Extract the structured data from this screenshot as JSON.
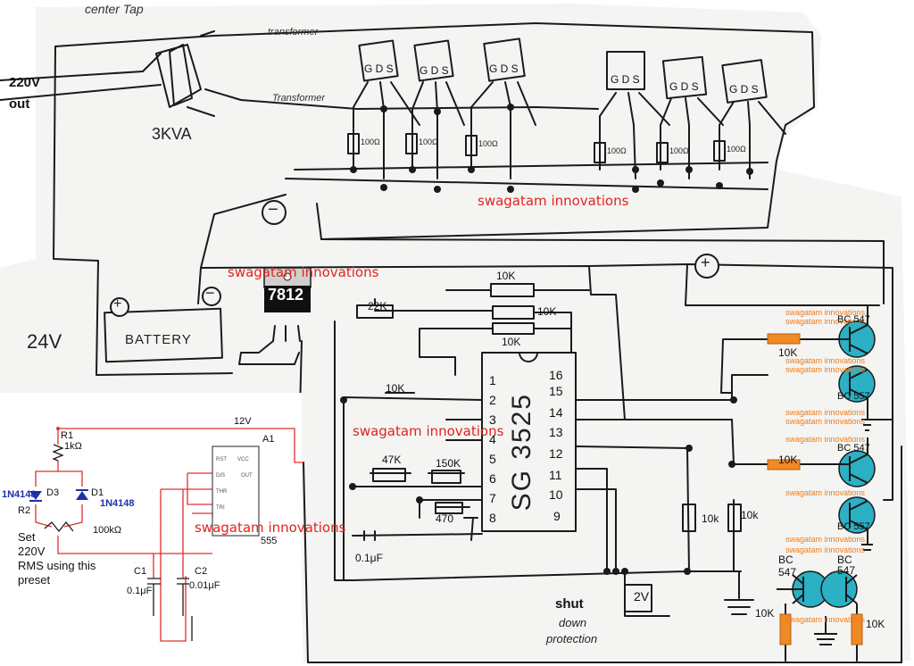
{
  "labels": {
    "center_tap": "center Tap",
    "transformer_1": "transformer",
    "transformer_2": "Transformer",
    "out_220v_a": "220V",
    "out_220v_b": "out",
    "kva": "3KVA",
    "minus_sign": "−",
    "plus_sign": "+",
    "battery": "BATTERY",
    "voltage_24v": "24V",
    "regulator": "7812",
    "mosfet_pins": "G D S",
    "res_100": "100Ω",
    "res_22k": "22K",
    "res_10k": "10K",
    "res_10k_lc": "10k",
    "res_47k": "47K",
    "res_150k": "150K",
    "res_470": "470",
    "cap_01": "0.1μF",
    "ic_label": "SG 3525",
    "shutdown_a": "shut",
    "shutdown_b": "down",
    "shutdown_c": "protection",
    "v2": "2V",
    "bc547": "BC 547",
    "bc557": "BC 557",
    "bc_bc": "BC",
    "bc_547": "547"
  },
  "ic_pins": {
    "left": [
      "1",
      "2",
      "3",
      "4",
      "5",
      "6",
      "7",
      "8"
    ],
    "right": [
      "16",
      "15",
      "14",
      "13",
      "12",
      "11",
      "10",
      "9"
    ]
  },
  "watermark": "swagatam innovations",
  "watermark_stack": "swagatam innovations",
  "inset": {
    "v12": "12V",
    "a1": "A1",
    "ic555": "555",
    "r1": "R1",
    "r1_val": "1kΩ",
    "d3": "D3",
    "d1": "D1",
    "diode_left": "1N4148",
    "diode_right": "1N4148",
    "r2": "R2",
    "r2_val": "100kΩ",
    "note_1": "Set",
    "note_2": "220V",
    "note_3": "RMS using this",
    "note_4": "preset",
    "c1": "C1",
    "c1_val": "0.1μF",
    "c2": "C2",
    "c2_val": "0.01μF",
    "pins_left": [
      "RST",
      "DIS",
      "THR",
      "TRI"
    ],
    "pins_right": [
      "VCC",
      "OUT"
    ]
  },
  "colors": {
    "ink": "#1a1a1a",
    "watermark": "#e0241f",
    "inset_wire": "#e0302a",
    "transistor": "#2bb0c4",
    "resistor_orange": "#f08a24",
    "inset_blue": "#1f2fa8"
  }
}
